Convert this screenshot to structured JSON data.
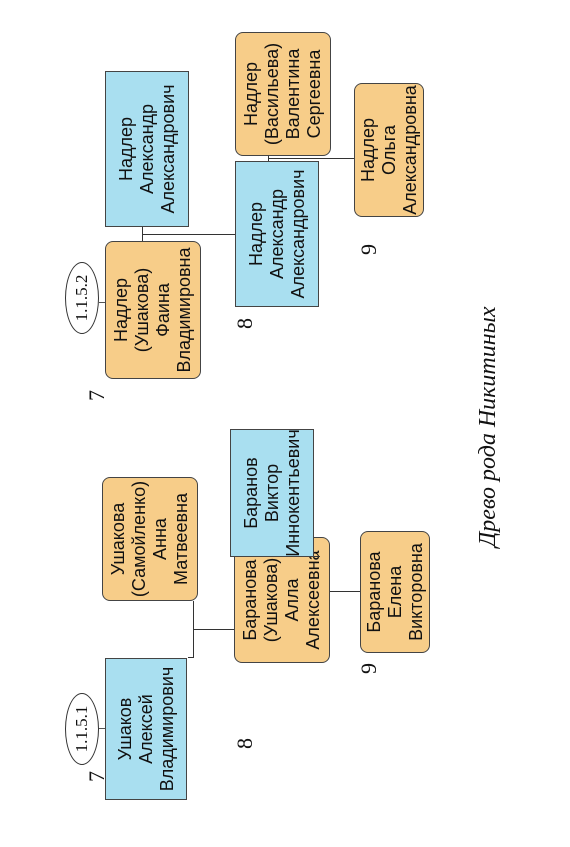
{
  "caption": "Древо рода Никитиных",
  "family1": {
    "id": "1.1.5.1",
    "gen_parents": "7",
    "gen_child": "8",
    "gen_grandchild": "9",
    "husband": [
      "Ушаков",
      "Алексей",
      "Владимирович"
    ],
    "wife": [
      "Ушакова",
      "(Самойленко)",
      "Анна",
      "Матвеевна"
    ],
    "daughter": [
      "Баранова",
      "(Ушакова)",
      "Алла",
      "Алексеевна"
    ],
    "son_in_law": [
      "Баранов",
      "Виктор",
      "Иннокентьевич"
    ],
    "grandchild": [
      "Баранова",
      "Елена",
      "Викторовна"
    ]
  },
  "family2": {
    "id": "1.1.5.2",
    "gen_parents": "7",
    "gen_child": "8",
    "gen_grandchild": "9",
    "wife": [
      "Надлер",
      "(Ушакова)",
      "Фаина",
      "Владимировна"
    ],
    "husband": [
      "Надлер",
      "Александр",
      "Александрович"
    ],
    "son": [
      "Надлер",
      "Александр",
      "Александрович"
    ],
    "daughter_in_law": [
      "Надлер",
      "(Васильева)",
      "Валентина",
      "Сергеевна"
    ],
    "grandchild": [
      "Надлер",
      "Ольга",
      "Александровна"
    ]
  },
  "colors": {
    "male": "#a9dff0",
    "female": "#f7cd89"
  }
}
